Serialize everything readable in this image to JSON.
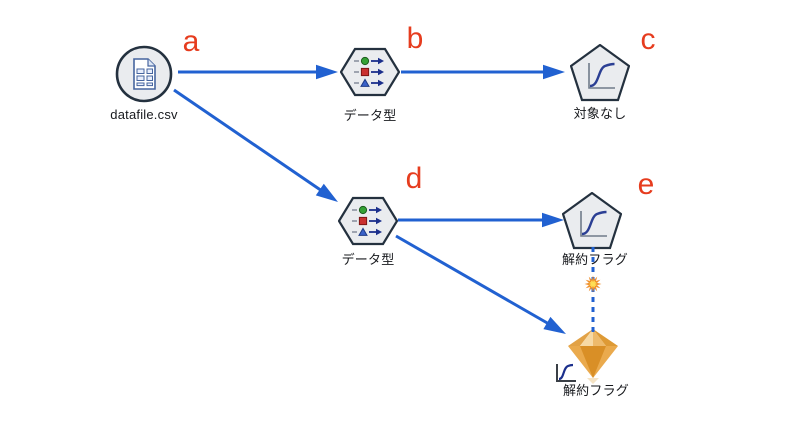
{
  "canvas": {
    "background": "#ffffff",
    "description": "modeler stream flow canvas"
  },
  "colors": {
    "connector_blue": "#2161d1",
    "annotation_red": "#e63c1e",
    "node_fill": "#eaecef",
    "node_border": "#24313f",
    "gem_light": "#f7d9a4",
    "gem_mid": "#eaaa4d",
    "gem_dark": "#d98f26",
    "sun_outer": "#ef8d2a",
    "sun_inner": "#ffdf55"
  },
  "nodes": {
    "source": {
      "label": "datafile.csv",
      "annotation": "a",
      "shape": "circle",
      "icon": "document-file-icon"
    },
    "type1": {
      "label": "データ型",
      "annotation": "b",
      "shape": "hexagon",
      "icon": "field-types-icon"
    },
    "model1": {
      "label": "対象なし",
      "annotation": "c",
      "shape": "pentagon",
      "icon": "sigmoid-curve-icon"
    },
    "type2": {
      "label": "データ型",
      "annotation": "d",
      "shape": "hexagon",
      "icon": "field-types-icon"
    },
    "model2": {
      "label": "解約フラグ",
      "annotation": "e",
      "shape": "pentagon",
      "icon": "sigmoid-curve-icon"
    },
    "nugget": {
      "label": "解約フラグ",
      "shape": "gem",
      "icon": "gem-model-nugget-icon"
    }
  },
  "connections": [
    {
      "from": "source",
      "to": "type1",
      "style": "solid-arrow"
    },
    {
      "from": "type1",
      "to": "model1",
      "style": "solid-arrow"
    },
    {
      "from": "source",
      "to": "type2",
      "style": "solid-arrow"
    },
    {
      "from": "type2",
      "to": "model2",
      "style": "solid-arrow"
    },
    {
      "from": "type2",
      "to": "nugget",
      "style": "solid-arrow"
    },
    {
      "from": "model2",
      "to": "nugget",
      "style": "dashed-model-link",
      "marker": "sunburst-icon"
    }
  ]
}
